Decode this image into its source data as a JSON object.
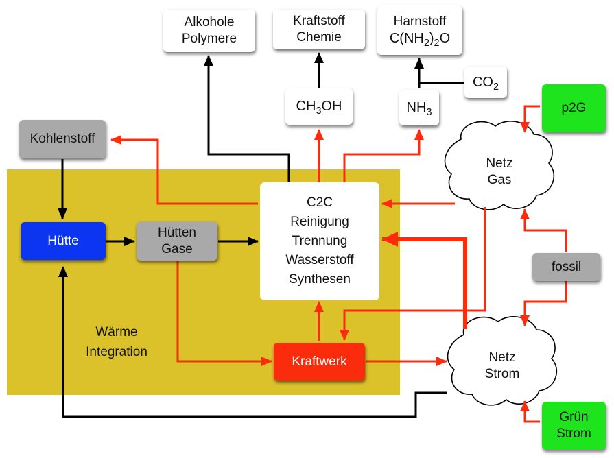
{
  "colors": {
    "arrow_black": "#000000",
    "arrow_red": "#fb2c0c",
    "zone_fill": "#dcc22a",
    "box_grey": "#a9a9a9",
    "box_green": "#1ee41e",
    "box_blue": "#0b35f0",
    "box_red": "#fb2c0c"
  },
  "nodes": {
    "alkohole": {
      "lines": [
        "Alkohole",
        "Polymere"
      ]
    },
    "kraftstoff": {
      "lines": [
        "Kraftstoff",
        "Chemie"
      ]
    },
    "harnstoff": {
      "line1": "Harnstoff",
      "f_pre": "C(NH",
      "f_sub1": "2",
      "f_mid": ")",
      "f_sub2": "2",
      "f_post": "O"
    },
    "ch3oh": {
      "pre": "CH",
      "sub": "3",
      "post": "OH"
    },
    "nh3": {
      "pre": "NH",
      "sub": "3"
    },
    "co2": {
      "pre": "CO",
      "sub": "2"
    },
    "p2g": {
      "label": "p2G"
    },
    "kohlenstoff": {
      "label": "Kohlenstoff"
    },
    "netz_gas": {
      "lines": [
        "Netz",
        "Gas"
      ]
    },
    "huette": {
      "label": "Hütte"
    },
    "huetten_gase": {
      "lines": [
        "Hütten",
        "Gase"
      ]
    },
    "c2c": {
      "lines": [
        "C2C",
        "Reinigung",
        "Trennung",
        "Wasserstoff",
        "Synthesen"
      ]
    },
    "fossil": {
      "label": "fossil"
    },
    "waerme": {
      "lines": [
        "Wärme",
        "Integration"
      ]
    },
    "kraftwerk": {
      "label": "Kraftwerk"
    },
    "netz_strom": {
      "lines": [
        "Netz",
        "Strom"
      ]
    },
    "gruen_strom": {
      "lines": [
        "Grün",
        "Strom"
      ]
    }
  }
}
